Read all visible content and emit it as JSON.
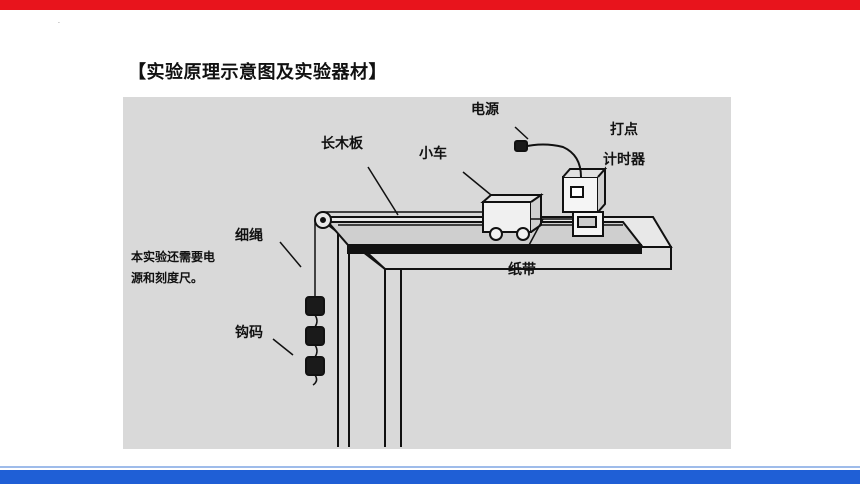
{
  "slide": {
    "dot": "·",
    "title": "【实验原理示意图及实验器材】"
  },
  "diagram": {
    "labels": {
      "power": "电源",
      "timer_line1": "打点",
      "timer_line2": "计时器",
      "board": "长木板",
      "cart": "小车",
      "string": "细绳",
      "tape": "纸带",
      "weights": "钩码"
    },
    "note": "本实验还需要电源和刻度尺。"
  }
}
